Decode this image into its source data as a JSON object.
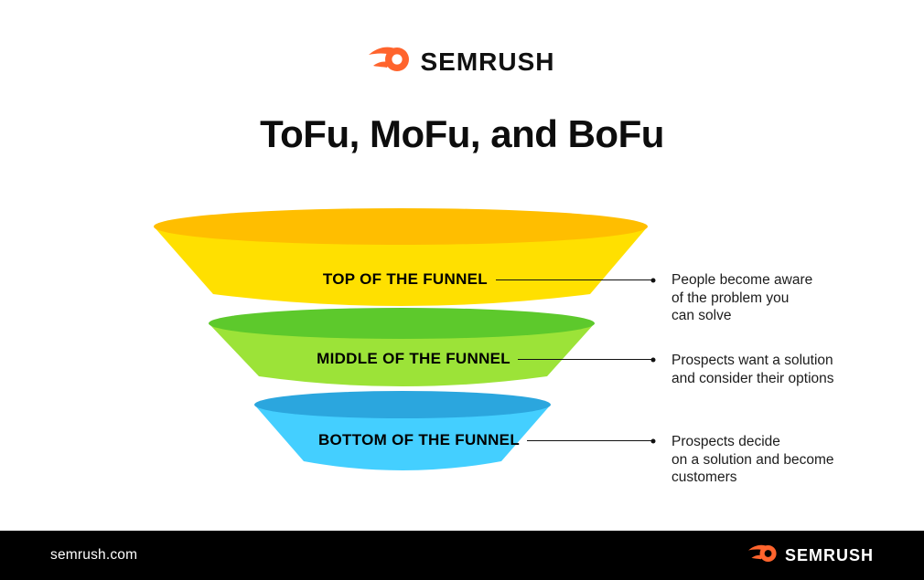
{
  "header": {
    "brand": "SEMRUSH",
    "title": "ToFu, MoFu, and BoFu"
  },
  "funnel": {
    "segments": [
      {
        "label": "TOP OF THE FUNNEL",
        "description": "People become aware\nof the problem you\ncan solve",
        "top_color": "#FFBE00",
        "body_color": "#FFE000"
      },
      {
        "label": "MIDDLE OF THE FUNNEL",
        "description": "Prospects want a solution\nand consider their options",
        "top_color": "#5DC92C",
        "body_color": "#9CE338"
      },
      {
        "label": "BOTTOM OF THE FUNNEL",
        "description": "Prospects decide\non a solution and become\ncustomers",
        "top_color": "#2BA6DE",
        "body_color": "#44CFFF"
      }
    ]
  },
  "footer": {
    "website": "semrush.com",
    "brand": "SEMRUSH"
  },
  "colors": {
    "accent": "#FF642D",
    "footer_bg": "#000000"
  }
}
